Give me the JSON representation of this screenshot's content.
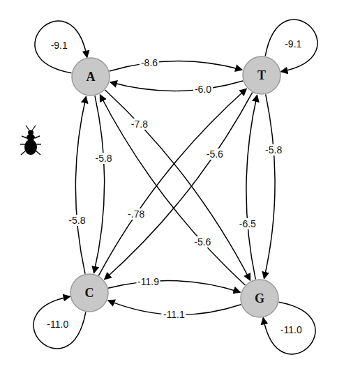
{
  "diagram": {
    "nodes": [
      {
        "text": [
          "A"
        ]
      },
      {
        "text": [
          "T"
        ]
      },
      {
        "text": [
          "C"
        ]
      },
      {
        "text": [
          "G"
        ]
      }
    ],
    "edges": [
      {
        "from": 0,
        "to": 0,
        "label": "-9.1",
        "arrow": "to"
      },
      {
        "from": 0,
        "to": 1,
        "label": "-8.6",
        "arrow": "to"
      },
      {
        "from": 1,
        "to": 0,
        "label": "-6.0",
        "arrow": "to"
      },
      {
        "from": 1,
        "to": 1,
        "label": "-9.1",
        "arrow": "to"
      },
      {
        "from": 0,
        "to": 2,
        "label": "-5.8",
        "arrow": "to"
      },
      {
        "from": 0,
        "to": 3,
        "label": "-7.8",
        "arrow": "to"
      },
      {
        "from": 1,
        "to": 2,
        "label": "-5.6",
        "arrow": "to"
      },
      {
        "from": 1,
        "to": 3,
        "label": "-5.8",
        "arrow": "to"
      },
      {
        "from": 2,
        "to": 0,
        "label": "-5.8",
        "arrow": "to"
      },
      {
        "from": 2,
        "to": 1,
        "label": "-.78",
        "arrow": "to"
      },
      {
        "from": 3,
        "to": 0,
        "label": "-5.6",
        "arrow": "to"
      },
      {
        "from": 3,
        "to": 1,
        "label": "-6.5",
        "arrow": "to"
      },
      {
        "from": 2,
        "to": 3,
        "label": "-11.9",
        "arrow": "to"
      },
      {
        "from": 3,
        "to": 2,
        "label": "-11.1",
        "arrow": "to"
      },
      {
        "from": 2,
        "to": 2,
        "label": "-11.0",
        "arrow": "to"
      },
      {
        "from": 3,
        "to": 3,
        "label": "-11.0",
        "arrow": "to"
      }
    ]
  }
}
